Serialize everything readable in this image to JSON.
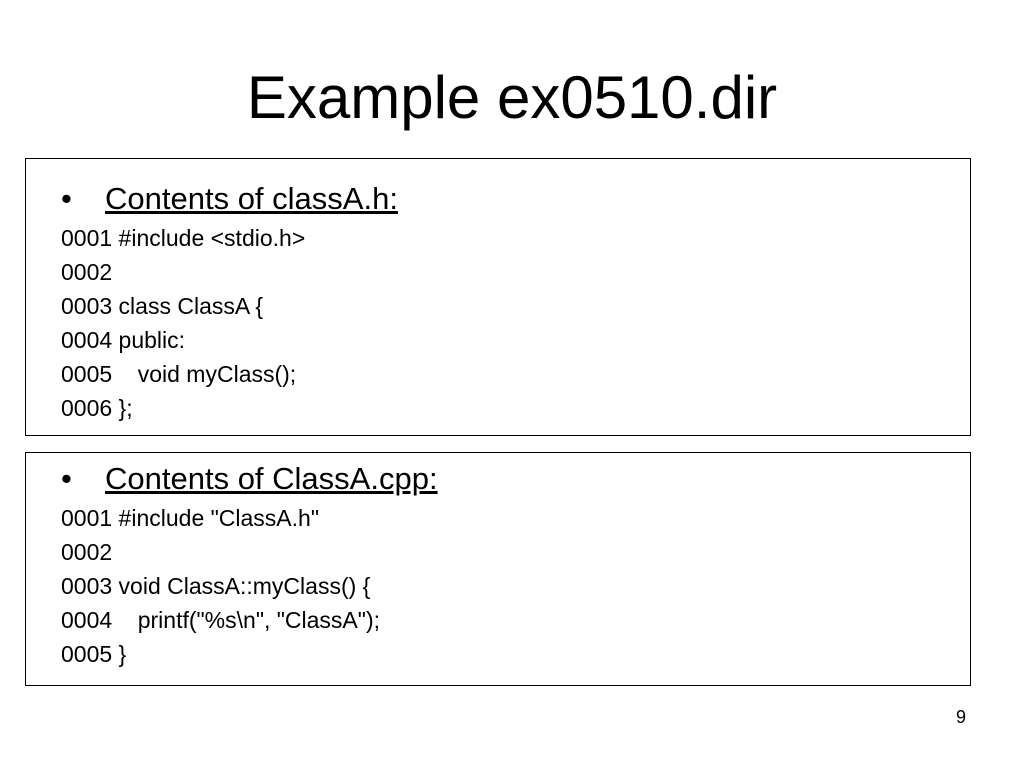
{
  "slide": {
    "title": "Example ex0510.dir",
    "page_number": "9"
  },
  "boxes": [
    {
      "bullet": "•",
      "heading": "Contents of classA.h:",
      "lines": [
        "0001 #include <stdio.h>",
        "0002",
        "0003 class ClassA {",
        "0004 public:",
        "0005    void myClass();",
        "0006 };"
      ]
    },
    {
      "bullet": "•",
      "heading": "Contents of ClassA.cpp:",
      "lines": [
        "0001 #include \"ClassA.h\"",
        "0002",
        "0003 void ClassA::myClass() {",
        "0004    printf(\"%s\\n\", \"ClassA\");",
        "0005 }"
      ]
    }
  ]
}
